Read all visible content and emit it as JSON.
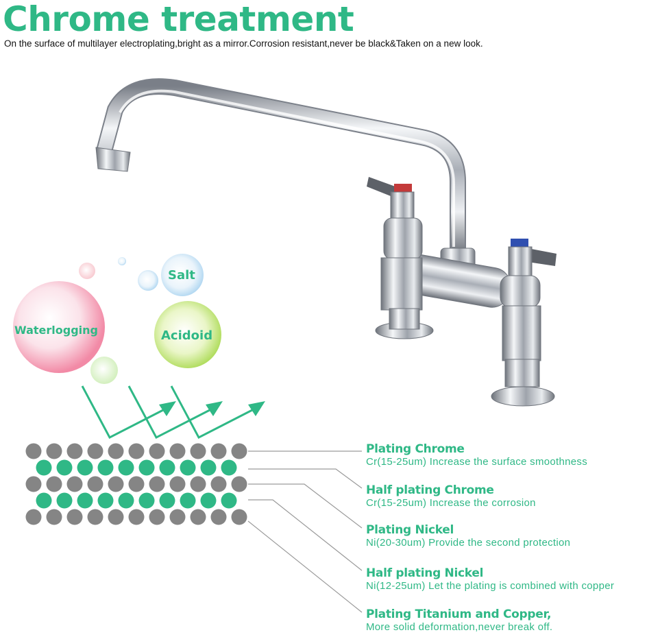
{
  "header": {
    "title": "Chrome treatment",
    "subtitle": "On the surface of multilayer electroplating,bright as a mirror.Corrosion resistant,never be black&Taken on a new look."
  },
  "bubbles": {
    "salt": "Salt",
    "waterlogging": "Waterlogging",
    "acidoid": "Acidoid"
  },
  "layers": [
    {
      "title": "Plating Chrome",
      "desc": "Cr(15-25um) Increase the surface smoothness"
    },
    {
      "title": "Half plating Chrome",
      "desc": "Cr(15-25um) Increase the corrosion"
    },
    {
      "title": "Plating Nickel",
      "desc": "Ni(20-30um) Provide the second protection"
    },
    {
      "title": "Half plating Nickel",
      "desc": "Ni(12-25um) Let the plating is combined with copper"
    },
    {
      "title": "Plating Titanium and Copper,",
      "desc": "More solid deformation,never break off."
    }
  ],
  "colors": {
    "accent_green": "#2fb886",
    "grey_dot": "#858585",
    "chrome": "#c8ccd2"
  }
}
